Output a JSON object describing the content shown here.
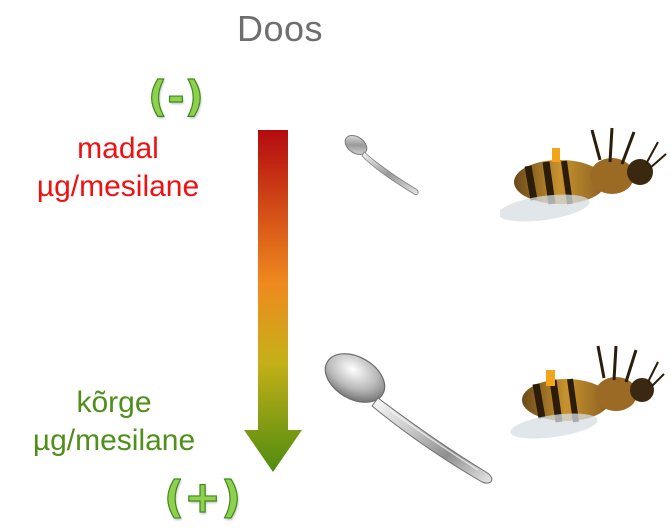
{
  "title": "Doos",
  "scale": {
    "low_sign": "(-)",
    "high_sign": "(+)",
    "low_label": {
      "line1": "madal",
      "line2": "µg/mesilane"
    },
    "high_label": {
      "line1": "kõrge",
      "line2": "µg/mesilane"
    }
  },
  "colors": {
    "low": "#f01010",
    "high": "#4f8f1a",
    "title": "#6e6e6e",
    "sign": "#8fd14f"
  },
  "icons": {
    "spoon_small": "teaspoon-icon",
    "spoon_large": "tablespoon-icon",
    "bee": "honeybee-icon"
  }
}
